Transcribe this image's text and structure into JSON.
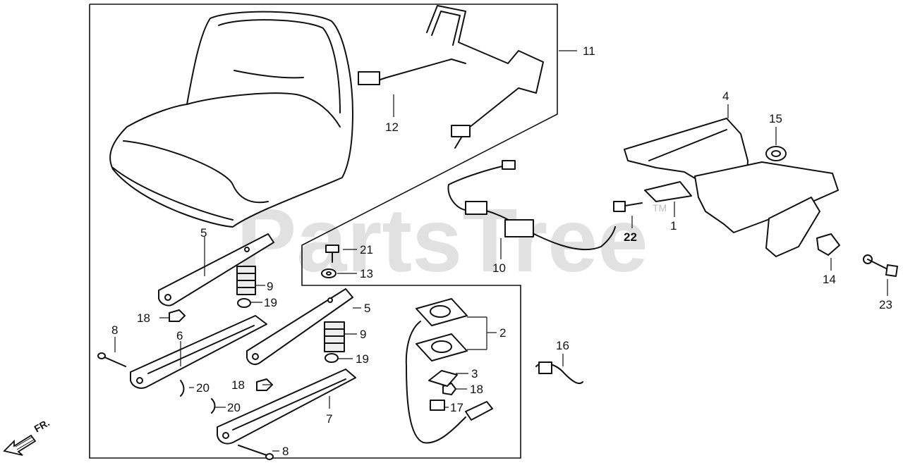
{
  "watermark": {
    "text": "PartsTree",
    "trademark": "TM"
  },
  "direction_marker": {
    "label": "FR.",
    "icon": "arrow-icon"
  },
  "callouts": [
    {
      "id": "c1",
      "label": "1"
    },
    {
      "id": "c2",
      "label": "2"
    },
    {
      "id": "c3",
      "label": "3"
    },
    {
      "id": "c4",
      "label": "4"
    },
    {
      "id": "c5a",
      "label": "5"
    },
    {
      "id": "c5b",
      "label": "5"
    },
    {
      "id": "c6",
      "label": "6"
    },
    {
      "id": "c7",
      "label": "7"
    },
    {
      "id": "c8a",
      "label": "8"
    },
    {
      "id": "c8b",
      "label": "8"
    },
    {
      "id": "c9a",
      "label": "9"
    },
    {
      "id": "c9b",
      "label": "9"
    },
    {
      "id": "c10",
      "label": "10"
    },
    {
      "id": "c11",
      "label": "11"
    },
    {
      "id": "c12",
      "label": "12"
    },
    {
      "id": "c13",
      "label": "13"
    },
    {
      "id": "c14",
      "label": "14"
    },
    {
      "id": "c15",
      "label": "15"
    },
    {
      "id": "c16",
      "label": "16"
    },
    {
      "id": "c17",
      "label": "17"
    },
    {
      "id": "c18a",
      "label": "18"
    },
    {
      "id": "c18b",
      "label": "18"
    },
    {
      "id": "c18c",
      "label": "18"
    },
    {
      "id": "c19a",
      "label": "19"
    },
    {
      "id": "c19b",
      "label": "19"
    },
    {
      "id": "c20a",
      "label": "20"
    },
    {
      "id": "c20b",
      "label": "20"
    },
    {
      "id": "c21",
      "label": "21"
    },
    {
      "id": "c22",
      "label": "22"
    },
    {
      "id": "c23",
      "label": "23"
    }
  ]
}
